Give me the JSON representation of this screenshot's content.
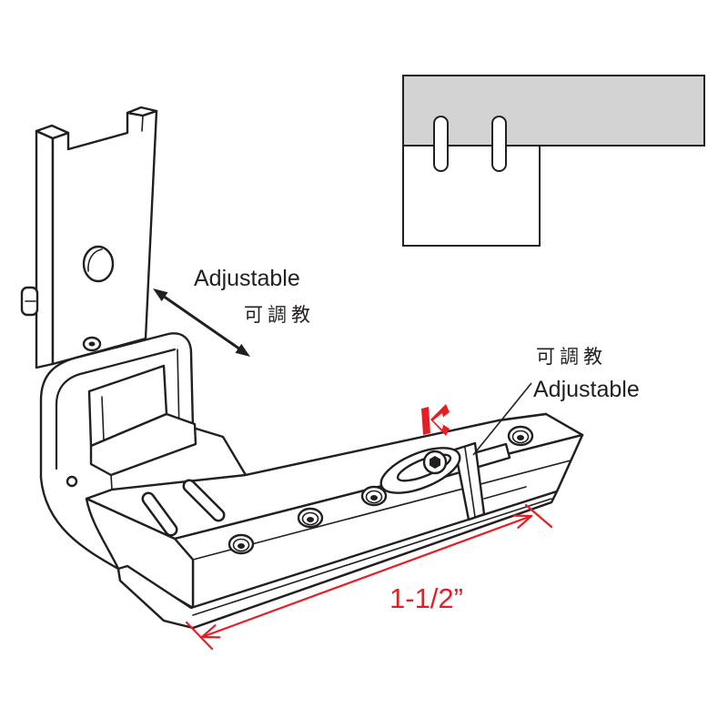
{
  "labels": {
    "shank_adjust_en": "Adjustable",
    "shank_adjust_zh": "可調教",
    "guide_adjust_zh": "可調教",
    "guide_adjust_en": "Adjustable"
  },
  "dimension": {
    "value": "1-1/2”"
  },
  "colors": {
    "line": "#231f20",
    "dimension": "#e31e24",
    "inset_fill": "#d3d3d3",
    "logo": "#e31e24"
  }
}
